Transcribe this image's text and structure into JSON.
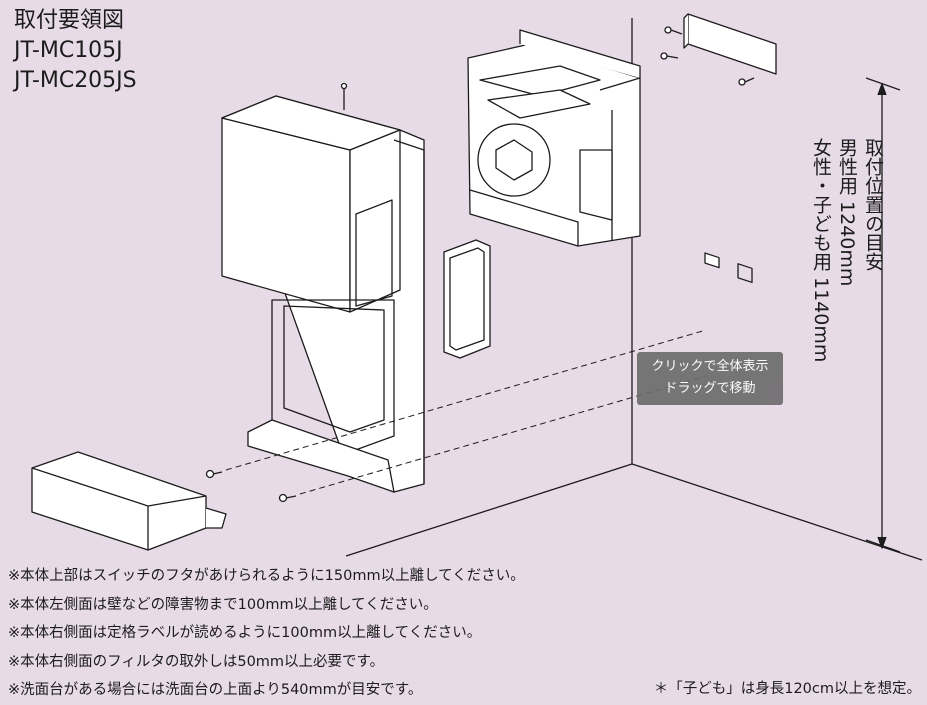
{
  "title": {
    "heading": "取付要領図",
    "model_1": "JT-MC105J",
    "model_2": "JT-MC205JS"
  },
  "install_height": {
    "heading": "取付位置の目安",
    "men": "男性用 1240mm",
    "women_children": "女性・子ども用 1140mm"
  },
  "tooltip": {
    "line_1": "クリックで全体表示",
    "line_2": "ドラッグで移動"
  },
  "notes": [
    "※本体上部はスイッチのフタがあけられるように150mm以上離してください。",
    "※本体左側面は壁などの障害物まで100mm以上離してください。",
    "※本体右側面は定格ラベルが読めるように100mm以上離してください。",
    "※本体右側面のフィルタの取外しは50mm以上必要です。",
    "※洗面台がある場合には洗面台の上面より540mmが目安です。"
  ],
  "child_note": "＊「子ども」は身長120cm以上を想定。",
  "colors": {
    "background": "#e8dbe8",
    "line": "#1c1c1c",
    "tooltip": "#6d6d6d"
  }
}
